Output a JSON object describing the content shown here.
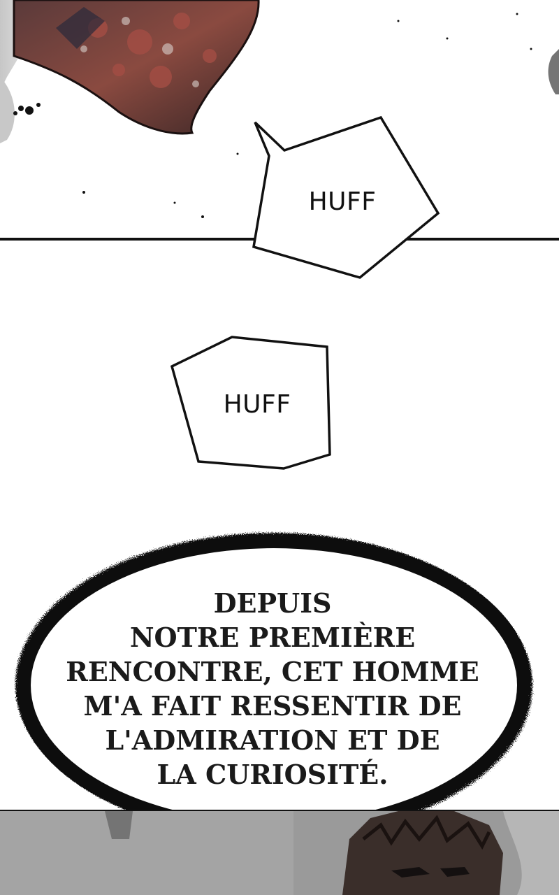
{
  "bubbles": {
    "huff_1": "HUFF",
    "huff_2": "HUFF"
  },
  "narration": {
    "lines": [
      "DEPUIS",
      "NOTRE PREMIÈRE",
      "RENCONTRE, CET HOMME",
      "M'A FAIT RESSENTIR DE",
      "L'ADMIRATION ET DE",
      "LA CURIOSITÉ."
    ]
  },
  "colors": {
    "ink": "#111111",
    "paper": "#ffffff",
    "armor_red": "#7a3a33",
    "armor_dark": "#3a2a2a",
    "gray_bg": "#8d8d8d"
  }
}
